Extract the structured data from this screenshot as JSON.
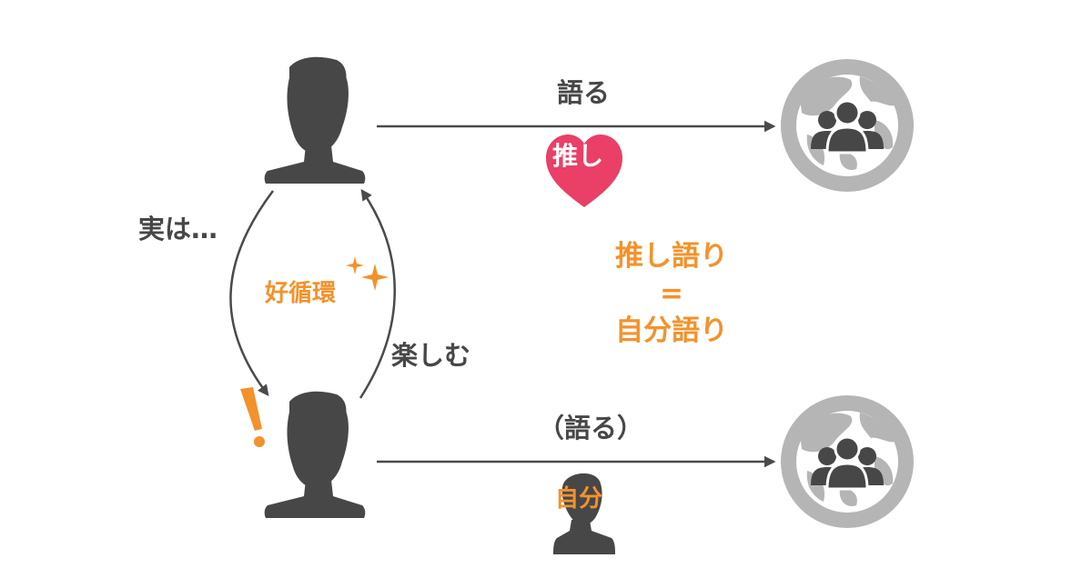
{
  "diagram": {
    "speak_label": "語る",
    "speak_paren_label": "（語る）",
    "actually_label": "実は…",
    "enjoy_label": "楽しむ",
    "cycle_label": "好循環",
    "oshi_heart_label": "推し",
    "self_label": "自分",
    "equation": {
      "line1": "推し語り",
      "line2": "=",
      "line3": "自分語り"
    },
    "exclamation": "!"
  },
  "colors": {
    "dark": "#474747",
    "orange": "#f3922b",
    "heart": "#ea3f67",
    "globe": "#b3b3b3",
    "arrow": "#4a4a4a"
  },
  "icons": {
    "person": "person-silhouette-icon",
    "audience": "audience-globe-icon",
    "heart": "heart-icon",
    "sparkle": "sparkle-icon"
  }
}
